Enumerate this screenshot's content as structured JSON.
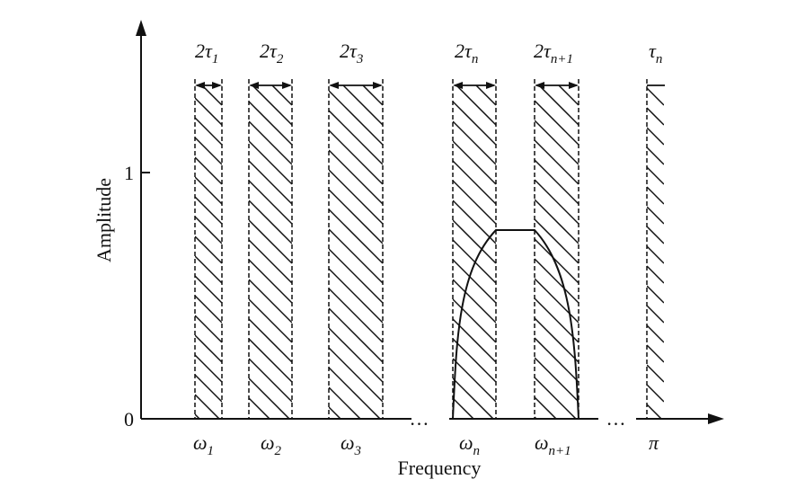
{
  "axes": {
    "x_label": "Frequency",
    "y_label": "Amplitude",
    "y_ticks": [
      "0",
      "1"
    ],
    "ellipsis": "…"
  },
  "bands": [
    {
      "width_label": {
        "base": "2τ",
        "sub": "1"
      },
      "center_label": {
        "base": "ω",
        "sub": "1"
      }
    },
    {
      "width_label": {
        "base": "2τ",
        "sub": "2"
      },
      "center_label": {
        "base": "ω",
        "sub": "2"
      }
    },
    {
      "width_label": {
        "base": "2τ",
        "sub": "3"
      },
      "center_label": {
        "base": "ω",
        "sub": "3"
      }
    },
    {
      "width_label": {
        "base": "2τ",
        "sub": "n"
      },
      "center_label": {
        "base": "ω",
        "sub": "n"
      }
    },
    {
      "width_label": {
        "base": "2τ",
        "sub": "n+1"
      },
      "center_label": {
        "base": "ω",
        "sub": "n+1"
      }
    },
    {
      "width_label": {
        "base": "τ",
        "sub": "n"
      },
      "center_label": {
        "base": "π",
        "sub": ""
      }
    }
  ]
}
